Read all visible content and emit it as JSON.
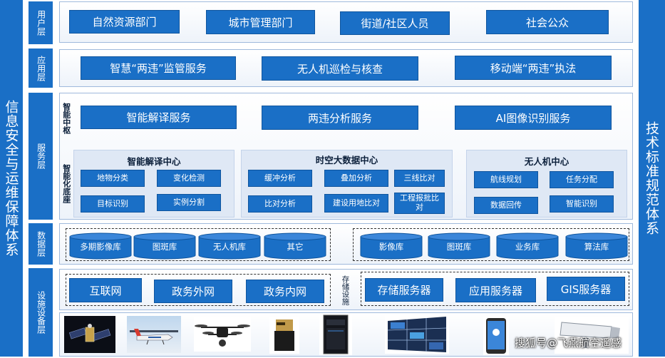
{
  "left_bar": {
    "text": "信息安全与运维保障体系"
  },
  "right_bar": {
    "text": "技术标准规范体系"
  },
  "user_layer": {
    "label": "用户层",
    "items": [
      "自然资源部门",
      "城市管理部门",
      "街道/社区人员",
      "社会公众"
    ]
  },
  "app_layer": {
    "label": "应用层",
    "items": [
      "智慧“两违”监管服务",
      "无人机巡检与核查",
      "移动端“两违”执法"
    ]
  },
  "service_layer": {
    "label": "服务层",
    "hub_label": "智能中枢",
    "hub_items": [
      "智能解译服务",
      "两违分析服务",
      "AI图像识别服务"
    ],
    "base_label": "智能化底座",
    "centers": [
      {
        "title": "智能解译中心",
        "items": [
          "地物分类",
          "变化检测",
          "目标识别",
          "实例分割"
        ]
      },
      {
        "title": "时空大数据中心",
        "items": [
          "缓冲分析",
          "叠加分析",
          "三线比对",
          "比对分析",
          "建设用地比对",
          "工程报批比对"
        ]
      },
      {
        "title": "无人机中心",
        "items": [
          "航线规划",
          "任务分配",
          "数据回传",
          "智能识别"
        ]
      }
    ]
  },
  "data_layer": {
    "label": "数据层",
    "group1": [
      "多期影像库",
      "图斑库",
      "无人机库",
      "其它"
    ],
    "group2": [
      "影像库",
      "图斑库",
      "业务库",
      "算法库"
    ]
  },
  "infra_layer": {
    "label": "设施设备层",
    "network": [
      "互联网",
      "政务外网",
      "政务内网"
    ],
    "storage_label": "存储设施",
    "servers": [
      "存储服务器",
      "应用服务器",
      "GIS服务器"
    ]
  },
  "devices": [
    "satellite-photo",
    "aircraft-photo",
    "drone-photo",
    "camera-photo",
    "server-photo",
    "video-wall-photo",
    "phone-photo",
    "surveillance-camera-photo"
  ],
  "watermark": "搜狐号@飞燕航空遥感",
  "colors": {
    "primary": "#1a6fc6",
    "border": "#0f559e",
    "panel_border": "#9fb9dc",
    "sub_panel": "#dfe8f5"
  }
}
